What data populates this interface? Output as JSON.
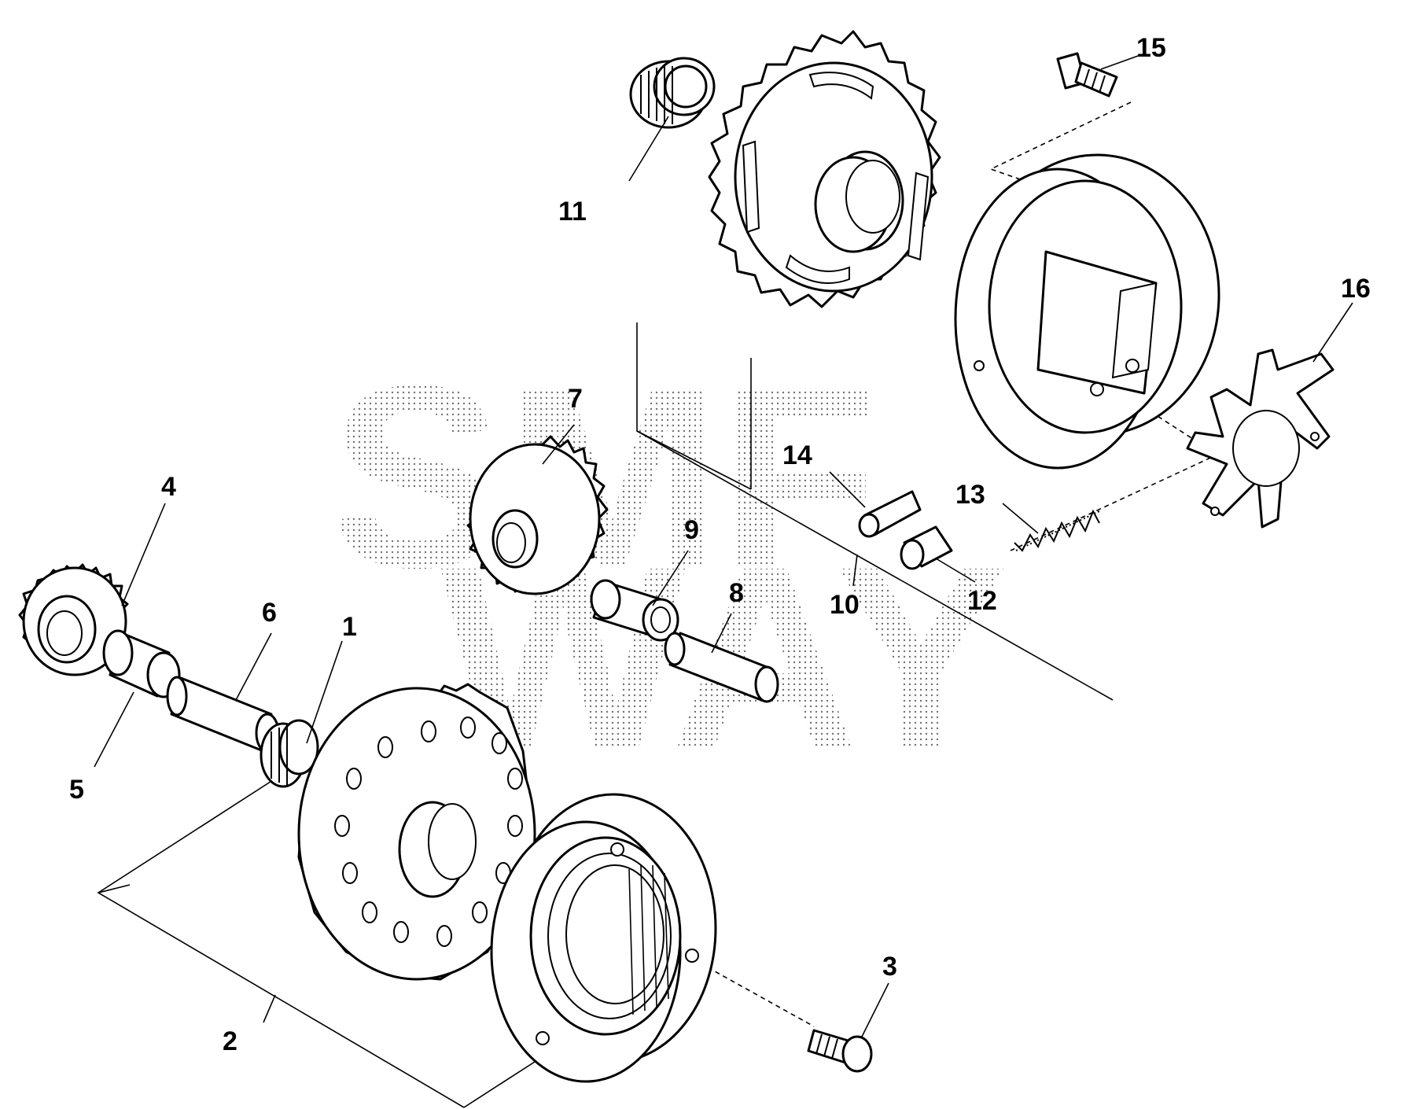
{
  "watermark": {
    "line1": "SMF",
    "line2": "WAY"
  },
  "callouts": [
    {
      "id": "1",
      "label": "1"
    },
    {
      "id": "2",
      "label": "2"
    },
    {
      "id": "3",
      "label": "3"
    },
    {
      "id": "4",
      "label": "4"
    },
    {
      "id": "5",
      "label": "5"
    },
    {
      "id": "6",
      "label": "6"
    },
    {
      "id": "7",
      "label": "7"
    },
    {
      "id": "8",
      "label": "8"
    },
    {
      "id": "9",
      "label": "9"
    },
    {
      "id": "10",
      "label": "10"
    },
    {
      "id": "11",
      "label": "11"
    },
    {
      "id": "12",
      "label": "12"
    },
    {
      "id": "13",
      "label": "13"
    },
    {
      "id": "14",
      "label": "14"
    },
    {
      "id": "15",
      "label": "15"
    },
    {
      "id": "16",
      "label": "16"
    }
  ]
}
